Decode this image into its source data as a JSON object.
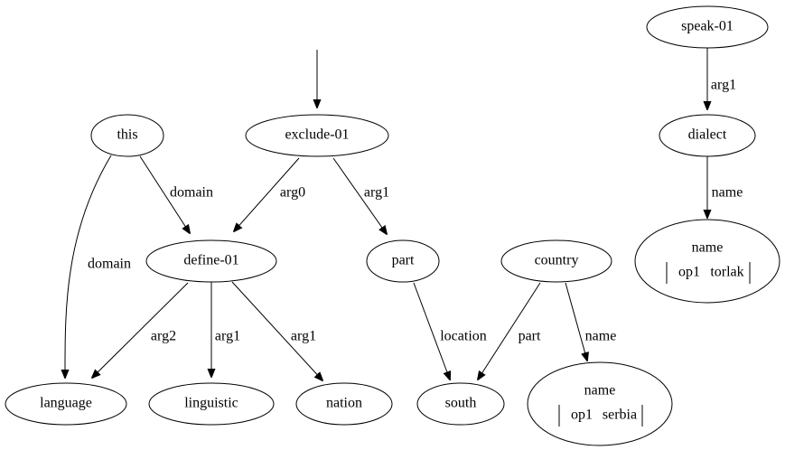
{
  "graph": {
    "nodes": [
      {
        "id": "n_exclude",
        "label": "exclude-01"
      },
      {
        "id": "n_this",
        "label": "this"
      },
      {
        "id": "n_define",
        "label": "define-01"
      },
      {
        "id": "n_part",
        "label": "part"
      },
      {
        "id": "n_country",
        "label": "country"
      },
      {
        "id": "n_language",
        "label": "language"
      },
      {
        "id": "n_linguistic",
        "label": "linguistic"
      },
      {
        "id": "n_nation",
        "label": "nation"
      },
      {
        "id": "n_south",
        "label": "south"
      },
      {
        "id": "n_name_serbia",
        "label": "name",
        "attr_key": "op1",
        "attr_value": "serbia"
      },
      {
        "id": "n_speak",
        "label": "speak-01"
      },
      {
        "id": "n_dialect",
        "label": "dialect"
      },
      {
        "id": "n_name_torlak",
        "label": "name",
        "attr_key": "op1",
        "attr_value": "torlak"
      }
    ],
    "edges": [
      {
        "from": "root",
        "to": "n_exclude",
        "label": ""
      },
      {
        "from": "n_exclude",
        "to": "n_define",
        "label": "arg0"
      },
      {
        "from": "n_exclude",
        "to": "n_part",
        "label": "arg1"
      },
      {
        "from": "n_this",
        "to": "n_define",
        "label": "domain"
      },
      {
        "from": "n_this",
        "to": "n_language",
        "label": "domain"
      },
      {
        "from": "n_define",
        "to": "n_language",
        "label": "arg2"
      },
      {
        "from": "n_define",
        "to": "n_linguistic",
        "label": "arg1"
      },
      {
        "from": "n_define",
        "to": "n_nation",
        "label": "arg1"
      },
      {
        "from": "n_part",
        "to": "n_south",
        "label": "location"
      },
      {
        "from": "n_country",
        "to": "n_south",
        "label": "part"
      },
      {
        "from": "n_country",
        "to": "n_name_serbia",
        "label": "name"
      },
      {
        "from": "n_speak",
        "to": "n_dialect",
        "label": "arg1"
      },
      {
        "from": "n_dialect",
        "to": "n_name_torlak",
        "label": "name"
      }
    ]
  }
}
